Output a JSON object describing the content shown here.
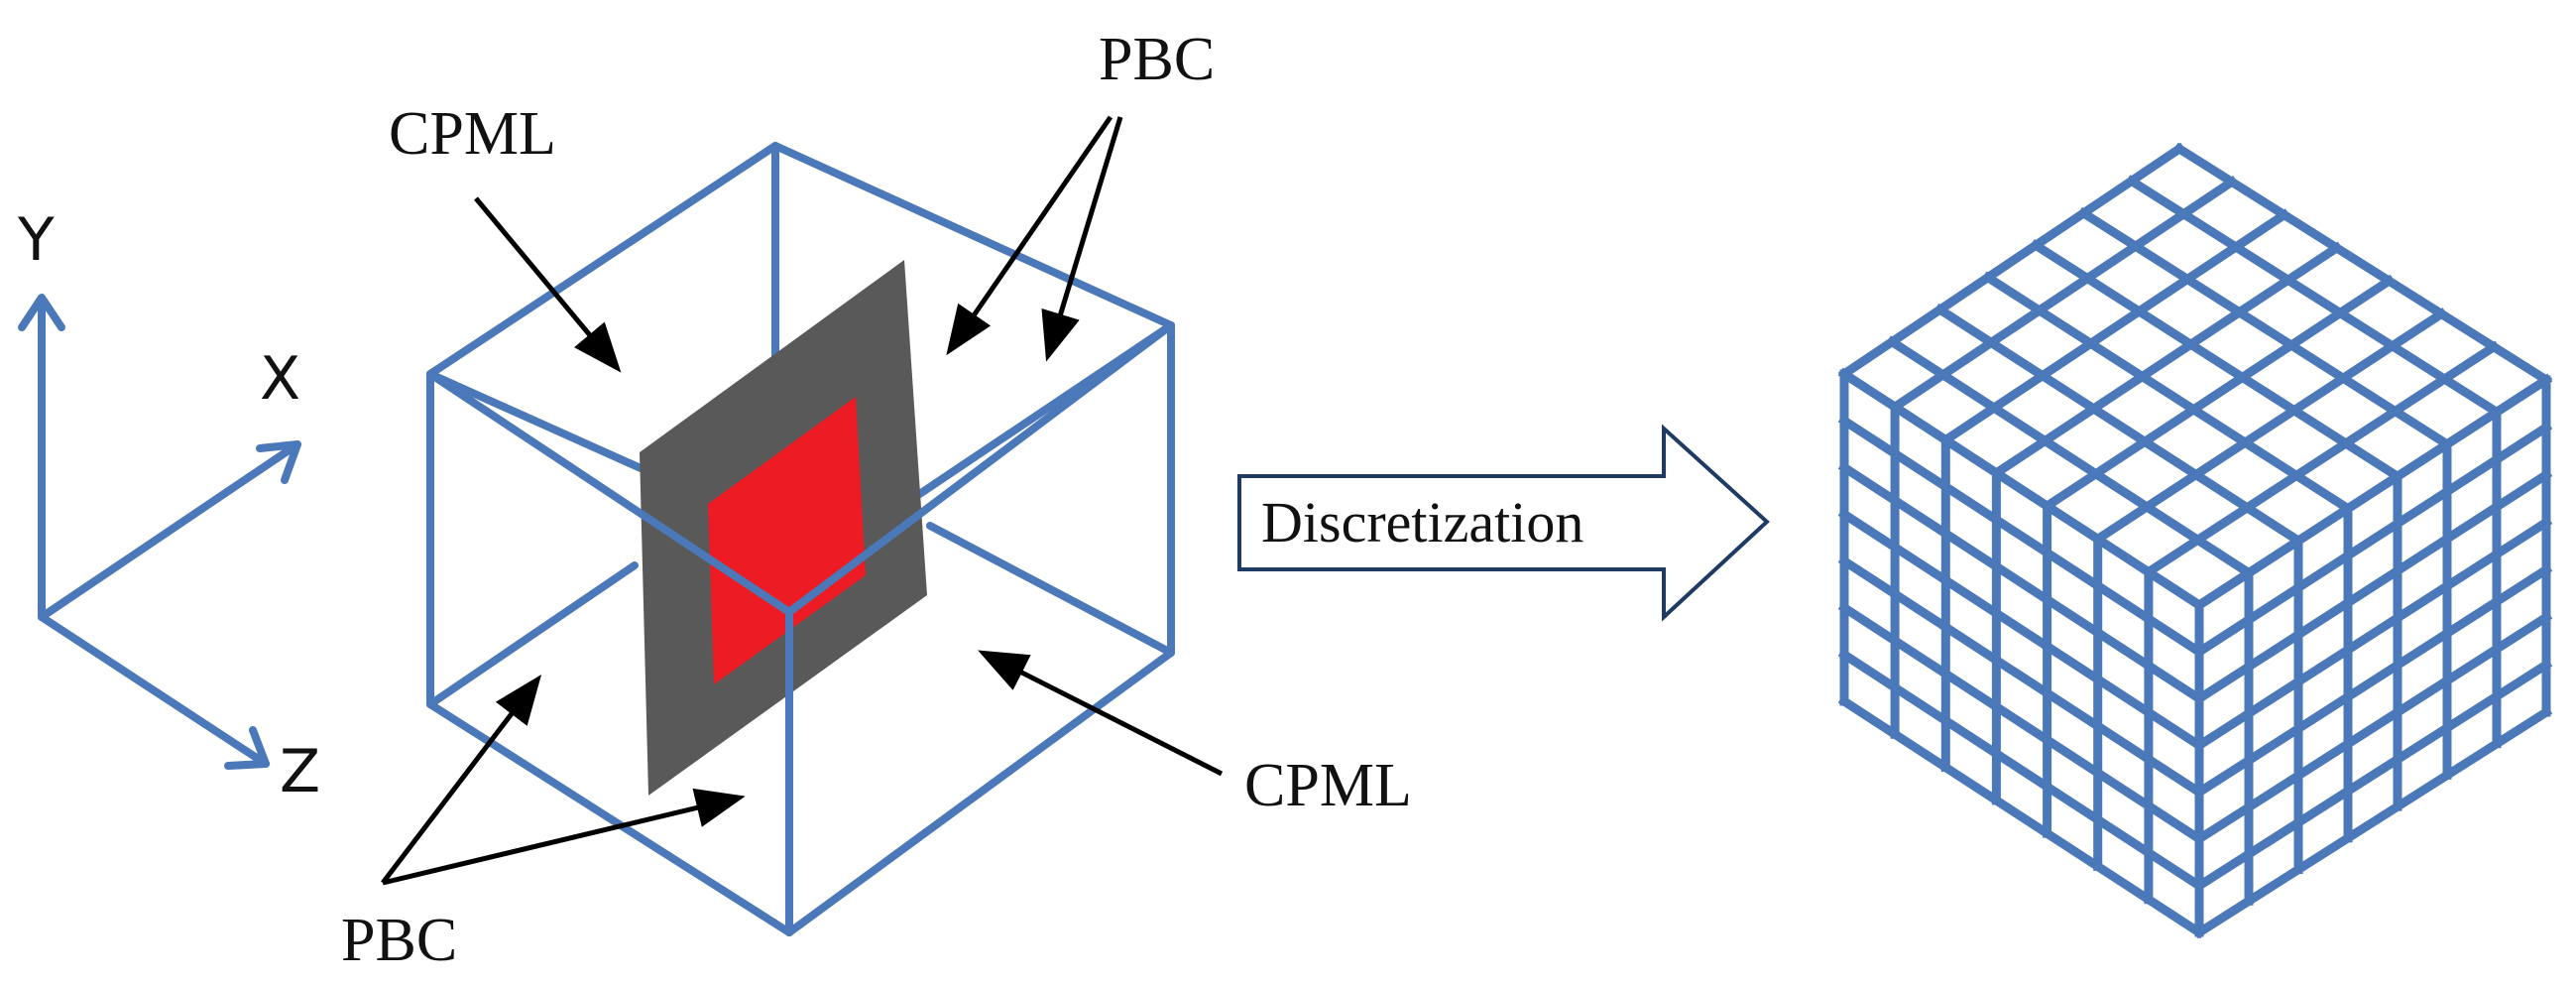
{
  "axes": {
    "y_label": "Y",
    "x_label": "X",
    "z_label": "Z"
  },
  "labels": {
    "cpml_top": "CPML",
    "pbc_top": "PBC",
    "pbc_bottom": "PBC",
    "cpml_bottom": "CPML"
  },
  "process_arrow": {
    "label": "Discretization"
  },
  "colors": {
    "box_edges": "#4a78b8",
    "cpml_slab": "#595959",
    "scatterer": "#ed1c24",
    "mesh": "#4a78b8"
  },
  "mesh": {
    "divisions": 7
  }
}
